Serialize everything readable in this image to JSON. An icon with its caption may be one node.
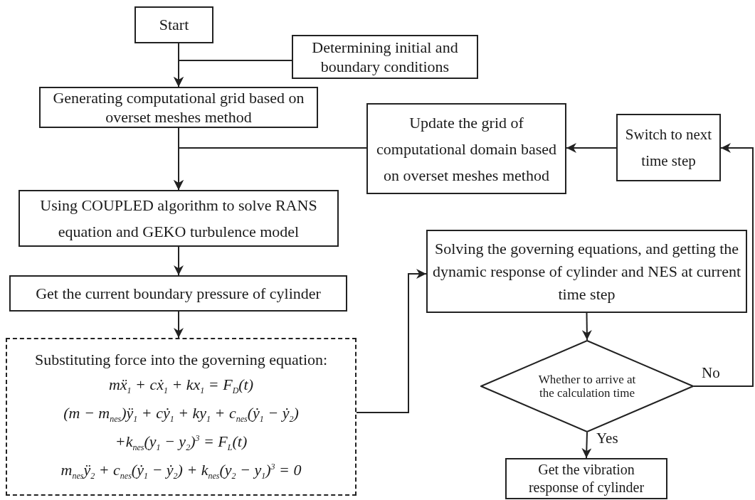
{
  "diagram": {
    "nodes": [
      {
        "text": [
          "Start"
        ]
      },
      {
        "text": [
          "Determining initial and boundary conditions"
        ]
      },
      {
        "text": [
          "Generating computational grid based on overset meshes method"
        ]
      },
      {
        "text": [
          "Update the grid of computational domain based on overset meshes method"
        ]
      },
      {
        "text": [
          "Switch to next time step"
        ]
      },
      {
        "text": [
          "Using COUPLED algorithm to solve RANS equation and GEKO turbulence model"
        ]
      },
      {
        "text": [
          "Get the current boundary pressure of cylinder"
        ]
      },
      {
        "text": [
          "Substituting force into the governing equation:",
          "mẍ$_{1}$ + cẋ$_{1}$ + kx$_{1}$ = F$_{D}$(t)",
          "(m − m$_{nes}$)ÿ$_{1}$ + cẏ$_{1}$ + ky$_{1}$ + c$_{nes}$(ẏ$_{1}$ − ẏ$_{2}$)",
          "+k$_{nes}$(y$_{1}$ − y$_{2}$)$^{3}$ = F$_{L}$(t)",
          "m$_{nes}$ÿ$_{2}$ + c$_{nes}$(ẏ$_{1}$ − ẏ$_{2}$) + k$_{nes}$(y$_{2}$ − y$_{1}$)$^{3}$ = 0"
        ]
      },
      {
        "text": [
          "Solving the governing equations, and getting the dynamic response of cylinder and NES at current time step"
        ]
      },
      {
        "text": [
          "Whether to arrive at the calculation time"
        ]
      },
      {
        "text": [
          "Get the vibration response of cylinder"
        ]
      }
    ],
    "edges": [
      {
        "from": 0,
        "to": 2,
        "arrow": "to"
      },
      {
        "from": 1,
        "to": 2,
        "arrow": "to"
      },
      {
        "from": 2,
        "to": 5,
        "arrow": "to"
      },
      {
        "from": 3,
        "to": 5,
        "arrow": "to"
      },
      {
        "from": 4,
        "to": 3,
        "arrow": "to"
      },
      {
        "from": 9,
        "to": 4,
        "arrow": "to",
        "label": "No"
      },
      {
        "from": 5,
        "to": 6,
        "arrow": "to"
      },
      {
        "from": 6,
        "to": 7,
        "arrow": "to"
      },
      {
        "from": 7,
        "to": 8,
        "arrow": "to"
      },
      {
        "from": 8,
        "to": 9,
        "arrow": "to"
      },
      {
        "from": 9,
        "to": 10,
        "arrow": "to",
        "label": "Yes"
      }
    ]
  }
}
